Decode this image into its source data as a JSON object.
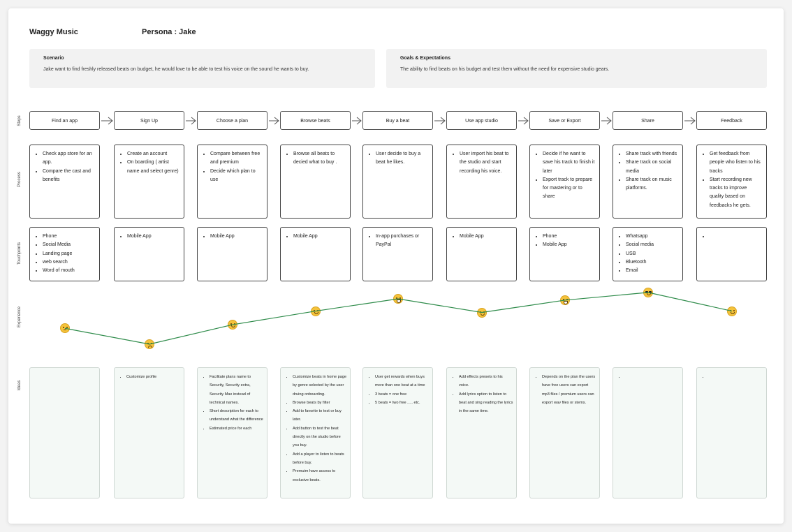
{
  "header": {
    "app_title": "Waggy Music",
    "persona": "Persona : Jake"
  },
  "scenario": {
    "heading": "Scenario",
    "text": "Jake want to find freshly released beats on budget, he would love to be able to test his voice on the sound he wants to buy."
  },
  "goals": {
    "heading": "Goals & Expectations",
    "text": "The ability to find beats on his budget and test them without the need for expensive studio gears."
  },
  "row_labels": {
    "steps": "Steps",
    "process": "Process",
    "touchpoints": "Touchpoints",
    "experience": "Experience",
    "ideas": "Ideas"
  },
  "steps": [
    "Find an app",
    "Sign Up",
    "Choose a plan",
    "Browse beats",
    "Buy a beat",
    "Use app studio",
    "Save or Export",
    "Share",
    "Feedback"
  ],
  "process": [
    [
      "Check app store for an app.",
      "Compare the cast and benefits"
    ],
    [
      "Create an account",
      "On boarding ( artist name and select genre)"
    ],
    [
      "Compare between free and premium",
      "Decide which plan to use"
    ],
    [
      "Browse all beats to decied what to buy ."
    ],
    [
      "User decide to buy a beat he likes."
    ],
    [
      "User import his beat to the studio and start recording his voice."
    ],
    [
      "Decide if he want to save his track to finish it later",
      "Export track to prepare for mastering or to share"
    ],
    [
      "Share track with friends",
      "Share track on social media",
      "Share track on music platforms."
    ],
    [
      "Get feedback from people who listen to his tracks",
      "Start recording new tracks to improve quality based on feedbacks he gets."
    ]
  ],
  "touchpoints": [
    [
      "Phone",
      "Social Media",
      "Landing page",
      "web search",
      "Word of mouth"
    ],
    [
      "Mobile App"
    ],
    [
      "Mobile App"
    ],
    [
      "Mobile App"
    ],
    [
      "In-app purchases or PayPal"
    ],
    [
      "Mobile App"
    ],
    [
      "Phone",
      "Mobile App"
    ],
    [
      "Whatsapp",
      "Social media",
      "USB",
      "Bluetooth",
      "Email"
    ],
    [
      ""
    ]
  ],
  "experience": {
    "line_color": "#2e8b4a",
    "moods": [
      "thinking",
      "sad",
      "smile",
      "smile",
      "grin",
      "smile",
      "grin",
      "cool",
      "smile"
    ],
    "levels": [
      0.35,
      0.0,
      0.43,
      0.73,
      1.0,
      0.7,
      0.97,
      1.14,
      0.73
    ]
  },
  "ideas": [
    [],
    [
      "Customize profile"
    ],
    [
      "Facilitate plans name to Security, Security extra, Security Max instead of technical names.",
      "Short description for each to understand what the difference",
      "Estimated price for each"
    ],
    [
      "Customize beats in home page by genre selected by the user druing onboarding.",
      "Browse beats by filter",
      "Add to favorite to test or buy later.",
      "Add button to test the beat directly on the studio before you buy.",
      "Add a player to listen to beats before buy.",
      "Premuim have access to exclusive beats."
    ],
    [
      "User get rewards when buys more than one beat at a time",
      "3 beats = one free",
      "5 beats = two free ..... etc."
    ],
    [
      "Add effects presets to his voice.",
      "Add lyrics option to listen to beat and sing reading the lyrics in the same time."
    ],
    [
      "Depends on the plan the users have free users can export mp3 files / premium users can export wav files or stems."
    ],
    [
      ""
    ],
    [
      ""
    ]
  ]
}
